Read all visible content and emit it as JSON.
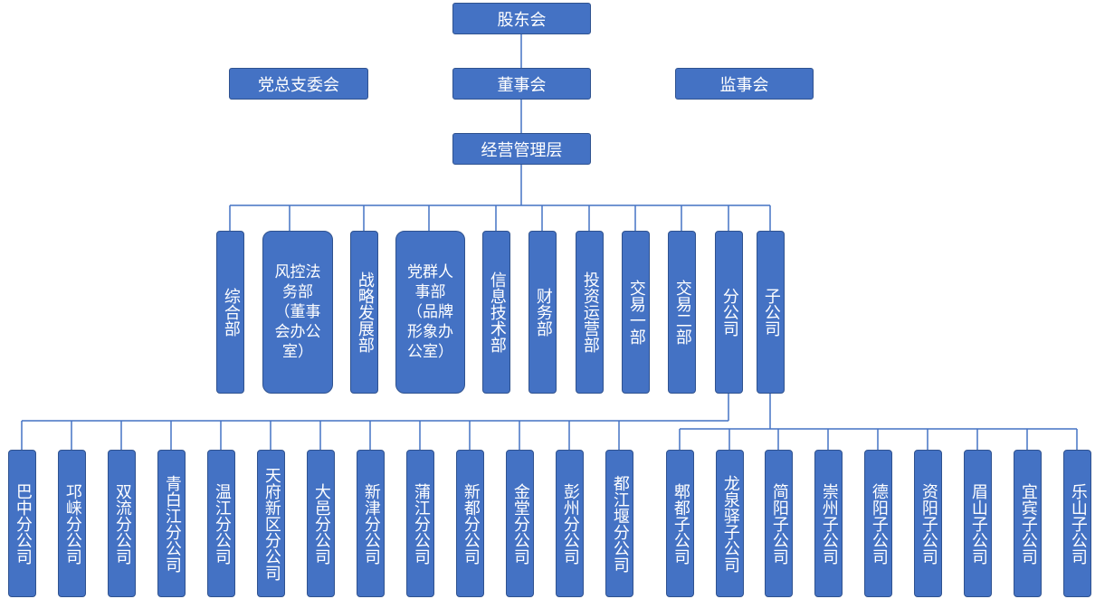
{
  "top": {
    "shareholders": "股东会"
  },
  "level2": {
    "party": "党总支委会",
    "board": "董事会",
    "supervisors": "监事会"
  },
  "management": "经营管理层",
  "departments": [
    "综合部",
    "风控法务部（董事会办公室）",
    "战略发展部",
    "党群人事部（品牌形象办公室）",
    "信息技术部",
    "财务部",
    "投资运营部",
    "交易一部",
    "交易二部",
    "分公司",
    "子公司"
  ],
  "multiline": {
    "risk": [
      "风控法",
      "务部",
      "（董事",
      "会办公",
      "室）"
    ],
    "party_hr": [
      "党群人",
      "事部",
      "（品牌",
      "形象办",
      "公室）"
    ]
  },
  "branches": [
    "巴中分公司",
    "邛崃分公司",
    "双流分公司",
    "青白江分公司",
    "温江分公司",
    "天府新区分公司",
    "大邑分公司",
    "新津分公司",
    "蒲江分公司",
    "新都分公司",
    "金堂分公司",
    "彭州分公司",
    "都江堰分公司"
  ],
  "subsidiaries": [
    "郫都子公司",
    "龙泉驿子公司",
    "简阳子公司",
    "崇州子公司",
    "德阳子公司",
    "资阳子公司",
    "眉山子公司",
    "宜宾子公司",
    "乐山子公司"
  ],
  "colors": {
    "box": "#4472C4",
    "border": "#2F528F",
    "line": "#4472C4",
    "text": "#FFFFFF"
  }
}
